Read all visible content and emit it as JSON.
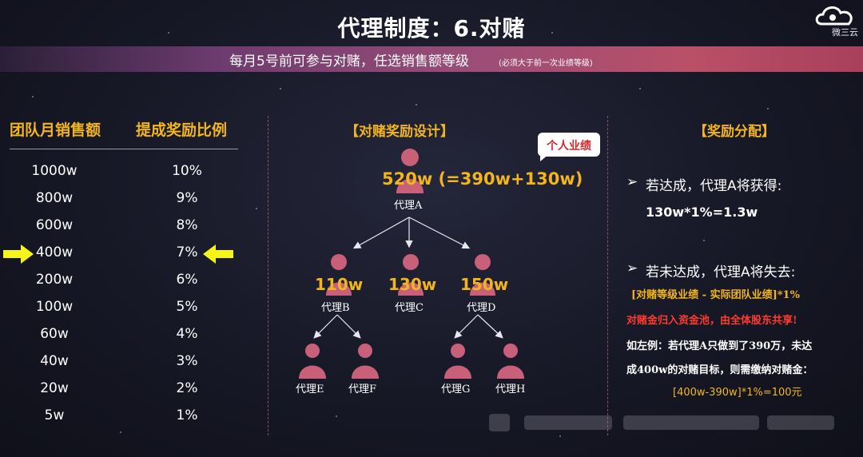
{
  "title": "代理制度：6.对赌",
  "logo_text": "微三云",
  "banner": {
    "main": "每月5号前可参与对赌，任选销售额等级",
    "note": "(必须大于前一次业绩等级)"
  },
  "left": {
    "col1_header": "团队月销售额",
    "col2_header": "提成奖励比例",
    "rows": [
      {
        "amount": "1000w",
        "rate": "10%"
      },
      {
        "amount": "800w",
        "rate": "9%"
      },
      {
        "amount": "600w",
        "rate": "8%"
      },
      {
        "amount": "400w",
        "rate": "7%"
      },
      {
        "amount": "200w",
        "rate": "6%"
      },
      {
        "amount": "100w",
        "rate": "5%"
      },
      {
        "amount": "60w",
        "rate": "4%"
      },
      {
        "amount": "40w",
        "rate": "3%"
      },
      {
        "amount": "20w",
        "rate": "2%"
      },
      {
        "amount": "5w",
        "rate": "1%"
      }
    ],
    "arrow_color": "#f5f51a"
  },
  "middle": {
    "header": "【对赌奖励设计】",
    "bubble": "个人业绩",
    "top": {
      "formula": "520w (=390w+130w)",
      "label": "代理A"
    },
    "level2": [
      {
        "amount": "110w",
        "label": "代理B"
      },
      {
        "amount": "130w",
        "label": "代理C"
      },
      {
        "amount": "150w",
        "label": "代理D"
      }
    ],
    "level3": [
      {
        "label": "代理E"
      },
      {
        "label": "代理F"
      },
      {
        "label": "代理G"
      },
      {
        "label": "代理H"
      }
    ],
    "person_color": "#c8607a"
  },
  "right": {
    "header": "【奖励分配】",
    "win_title": "若达成，代理A将获得:",
    "win_formula": "130w*1%=1.3w",
    "lose_title": "若未达成，代理A将失去:",
    "lose_line1": "[对赌等级业绩 - 实际团队业绩]*1%",
    "lose_line2": "对赌金归入资金池，由全体股东共享!",
    "example1": "如左例：若代理A只做到了390万，未达",
    "example2": "成400w的对赌目标，则需缴纳对赌金：",
    "example_formula": "[400w-390w]*1%=100元"
  },
  "colors": {
    "accent": "#f2b51c",
    "warning": "#ff3b2f",
    "bubble_text": "#d02a2a"
  }
}
